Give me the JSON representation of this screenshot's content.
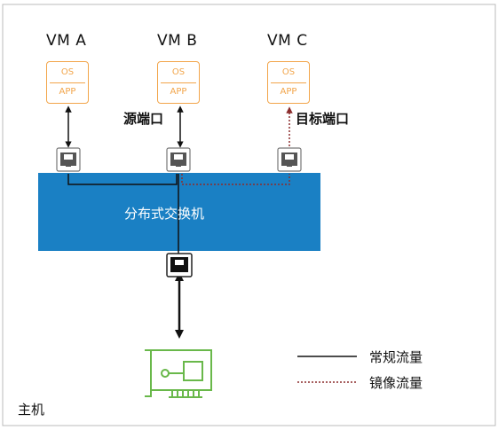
{
  "host": {
    "label": "主机"
  },
  "switch": {
    "label": "分布式交换机",
    "color": "#1a80c4"
  },
  "vms": [
    {
      "name": "VM A",
      "os": "OS",
      "app": "APP"
    },
    {
      "name": "VM B",
      "os": "OS",
      "app": "APP"
    },
    {
      "name": "VM C",
      "os": "OS",
      "app": "APP"
    }
  ],
  "ports": {
    "source": "源端口",
    "target": "目标端口"
  },
  "legend": {
    "normal": "常规流量",
    "mirror": "镜像流量"
  },
  "colors": {
    "vm_accent": "#f2a54a",
    "mirror_line": "#8b2d2d",
    "nic": "#69b84a",
    "host_border": "#bbbbbb"
  }
}
